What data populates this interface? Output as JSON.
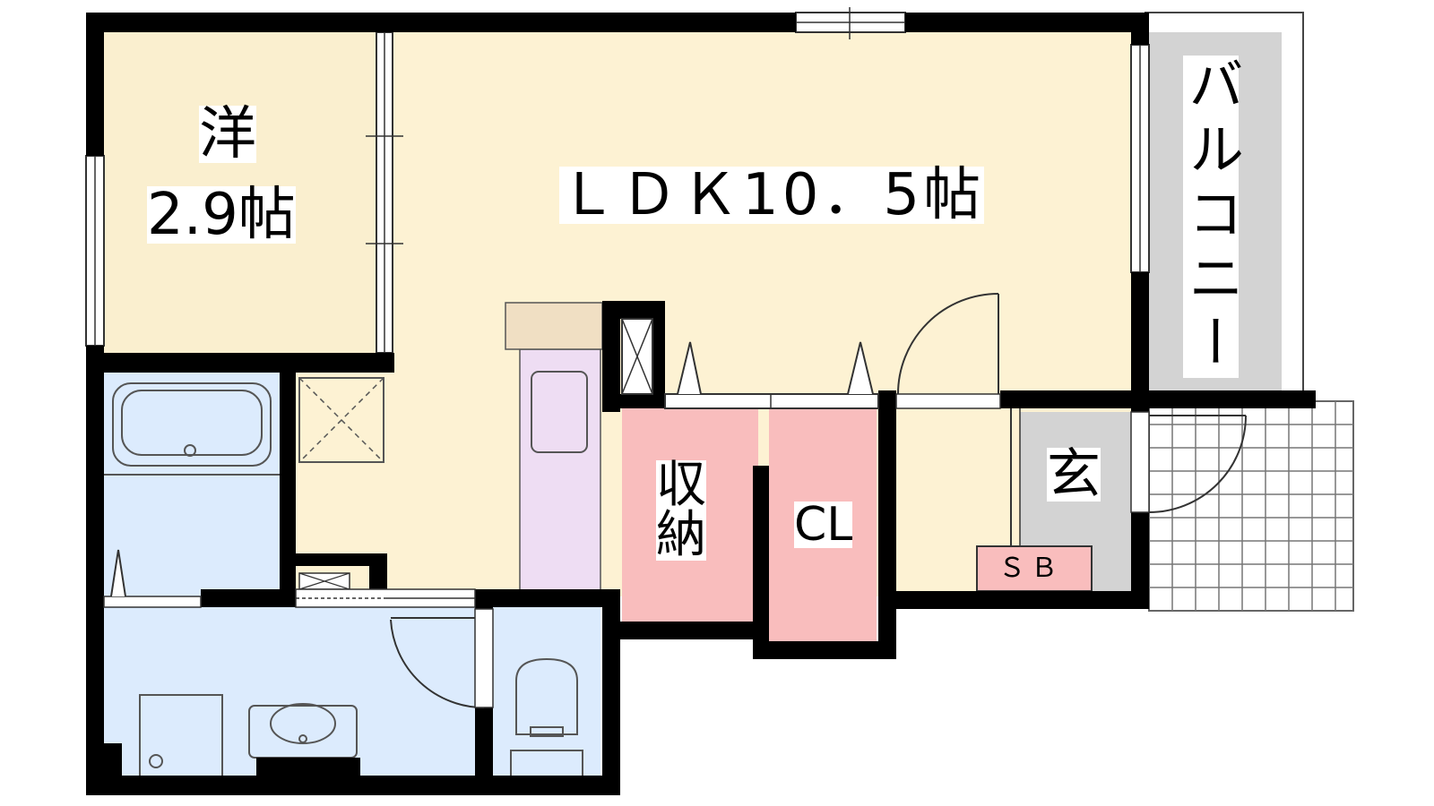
{
  "rooms": {
    "western": {
      "name": "洋",
      "size": "2.9帖"
    },
    "ldk": {
      "label": "ＬＤＫ10．5帖"
    },
    "storage": {
      "line1": "収",
      "line2": "納"
    },
    "closet": {
      "label": "CL"
    },
    "entrance": {
      "label": "玄"
    },
    "shoe_box": {
      "label": "ＳＢ"
    },
    "balcony": {
      "label": "バルコニー"
    }
  },
  "colors": {
    "wall": "#000000",
    "western_floor": "#FAEFCF",
    "ldk_floor": "#FDF2D3",
    "wet_area": "#DCEBFD",
    "storage_pink": "#F9BDBD",
    "fridge_purple": "#EEDDF3",
    "entrance_gray": "#D3D3D3",
    "balcony_gray": "#D3D3D3",
    "counter_tan": "#F0DFC3"
  }
}
